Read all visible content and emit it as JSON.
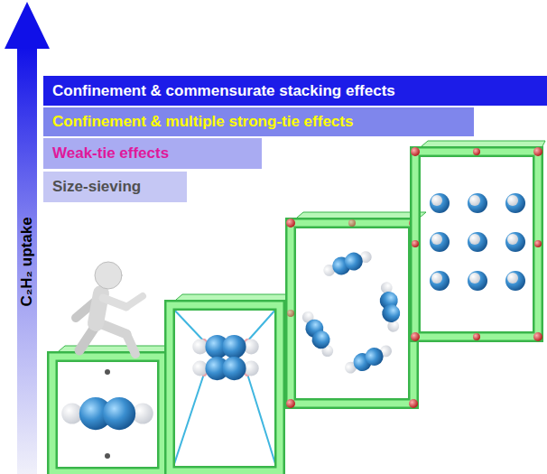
{
  "diagram": {
    "nodes": [
      {
        "text": [
          "Confinement & commensurate stacking effects"
        ]
      },
      {
        "text": [
          "Confinement & multiple strong-tie effects"
        ]
      },
      {
        "text": [
          "Weak-tie effects"
        ]
      },
      {
        "text": [
          "Size-sieving"
        ]
      }
    ],
    "labels": [
      "C₂H₂ uptake"
    ]
  }
}
